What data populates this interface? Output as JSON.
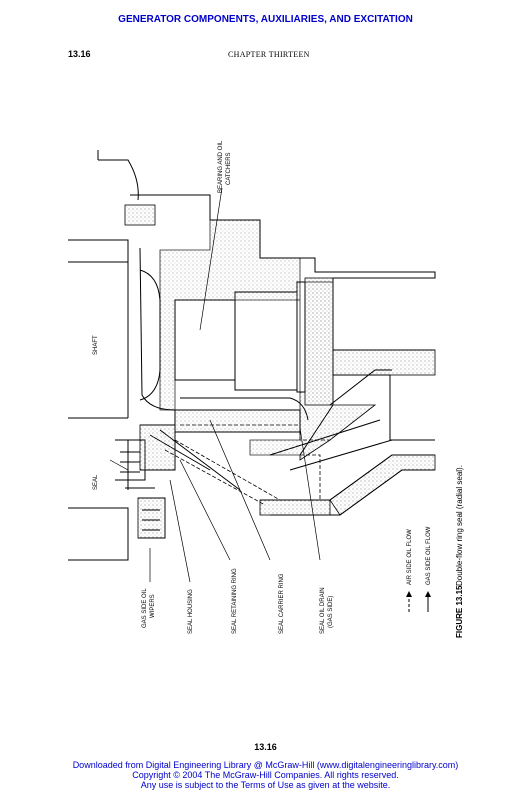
{
  "header": {
    "running_head": "GENERATOR COMPONENTS, AUXILIARIES, AND EXCITATION",
    "page_number": "13.16",
    "chapter": "CHAPTER THIRTEEN",
    "accent_color": "#0000cc"
  },
  "figure": {
    "labels": {
      "bearing": "BEARING AND OIL",
      "catchers": "CATCHERS",
      "shaft": "SHAFT",
      "seal": "SEAL",
      "gas_side_oil": "GAS SIDE OIL",
      "wipers": "WIPERS",
      "seal_housing": "SEAL HOUSING",
      "seal_retaining_ring": "SEAL RETAINING RING",
      "seal_carrier_ring": "SEAL CARRIER RING",
      "seal_oil_drain": "SEAL OIL DRAIN",
      "gas_side": "(GAS SIDE)"
    },
    "legend": {
      "air_side": "AIR SIDE OIL FLOW",
      "gas_side": "GAS SIDE OIL FLOW"
    },
    "caption_label": "FIGURE 13.15",
    "caption_text": "Double-flow ring seal (radial seal)."
  },
  "footer": {
    "page_number": "13.16",
    "line1": "Downloaded from Digital Engineering Library @ McGraw-Hill (www.digitalengineeringlibrary.com)",
    "line2": "Copyright © 2004 The McGraw-Hill Companies. All rights reserved.",
    "line3": "Any use is subject to the Terms of Use as given at the website.",
    "link_color": "#0000cc"
  }
}
